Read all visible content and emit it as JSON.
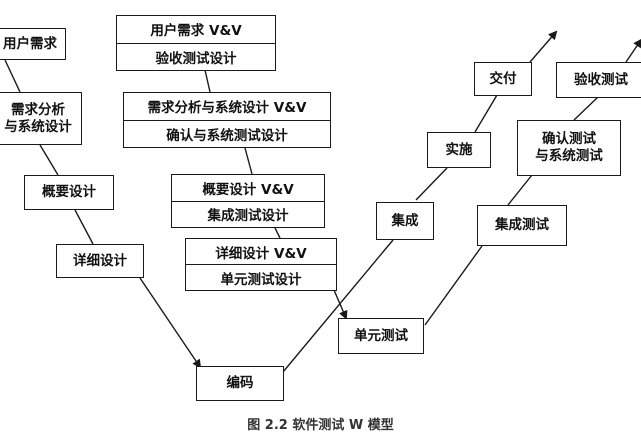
{
  "left_v": {
    "user_req": "用户需求",
    "req_analysis": "需求分析\n与系统设计",
    "outline_design": "概要设计",
    "detail_design": "详细设计",
    "coding": "编码"
  },
  "vv_pairs": [
    {
      "top": "用户需求 V&V",
      "bottom": "验收测试设计"
    },
    {
      "top": "需求分析与系统设计 V&V",
      "bottom": "确认与系统测试设计"
    },
    {
      "top": "概要设计 V&V",
      "bottom": "集成测试设计"
    },
    {
      "top": "详细设计 V&V",
      "bottom": "单元测试设计"
    }
  ],
  "right_v1": {
    "integration": "集成",
    "implementation": "实施",
    "delivery": "交付"
  },
  "right_v2": {
    "unit_test": "单元测试",
    "integration_test": "集成测试",
    "confirm_system_test": "确认测试\n与系统测试",
    "acceptance_test": "验收测试"
  },
  "caption": "图 2.2   软件测试 W 模型"
}
